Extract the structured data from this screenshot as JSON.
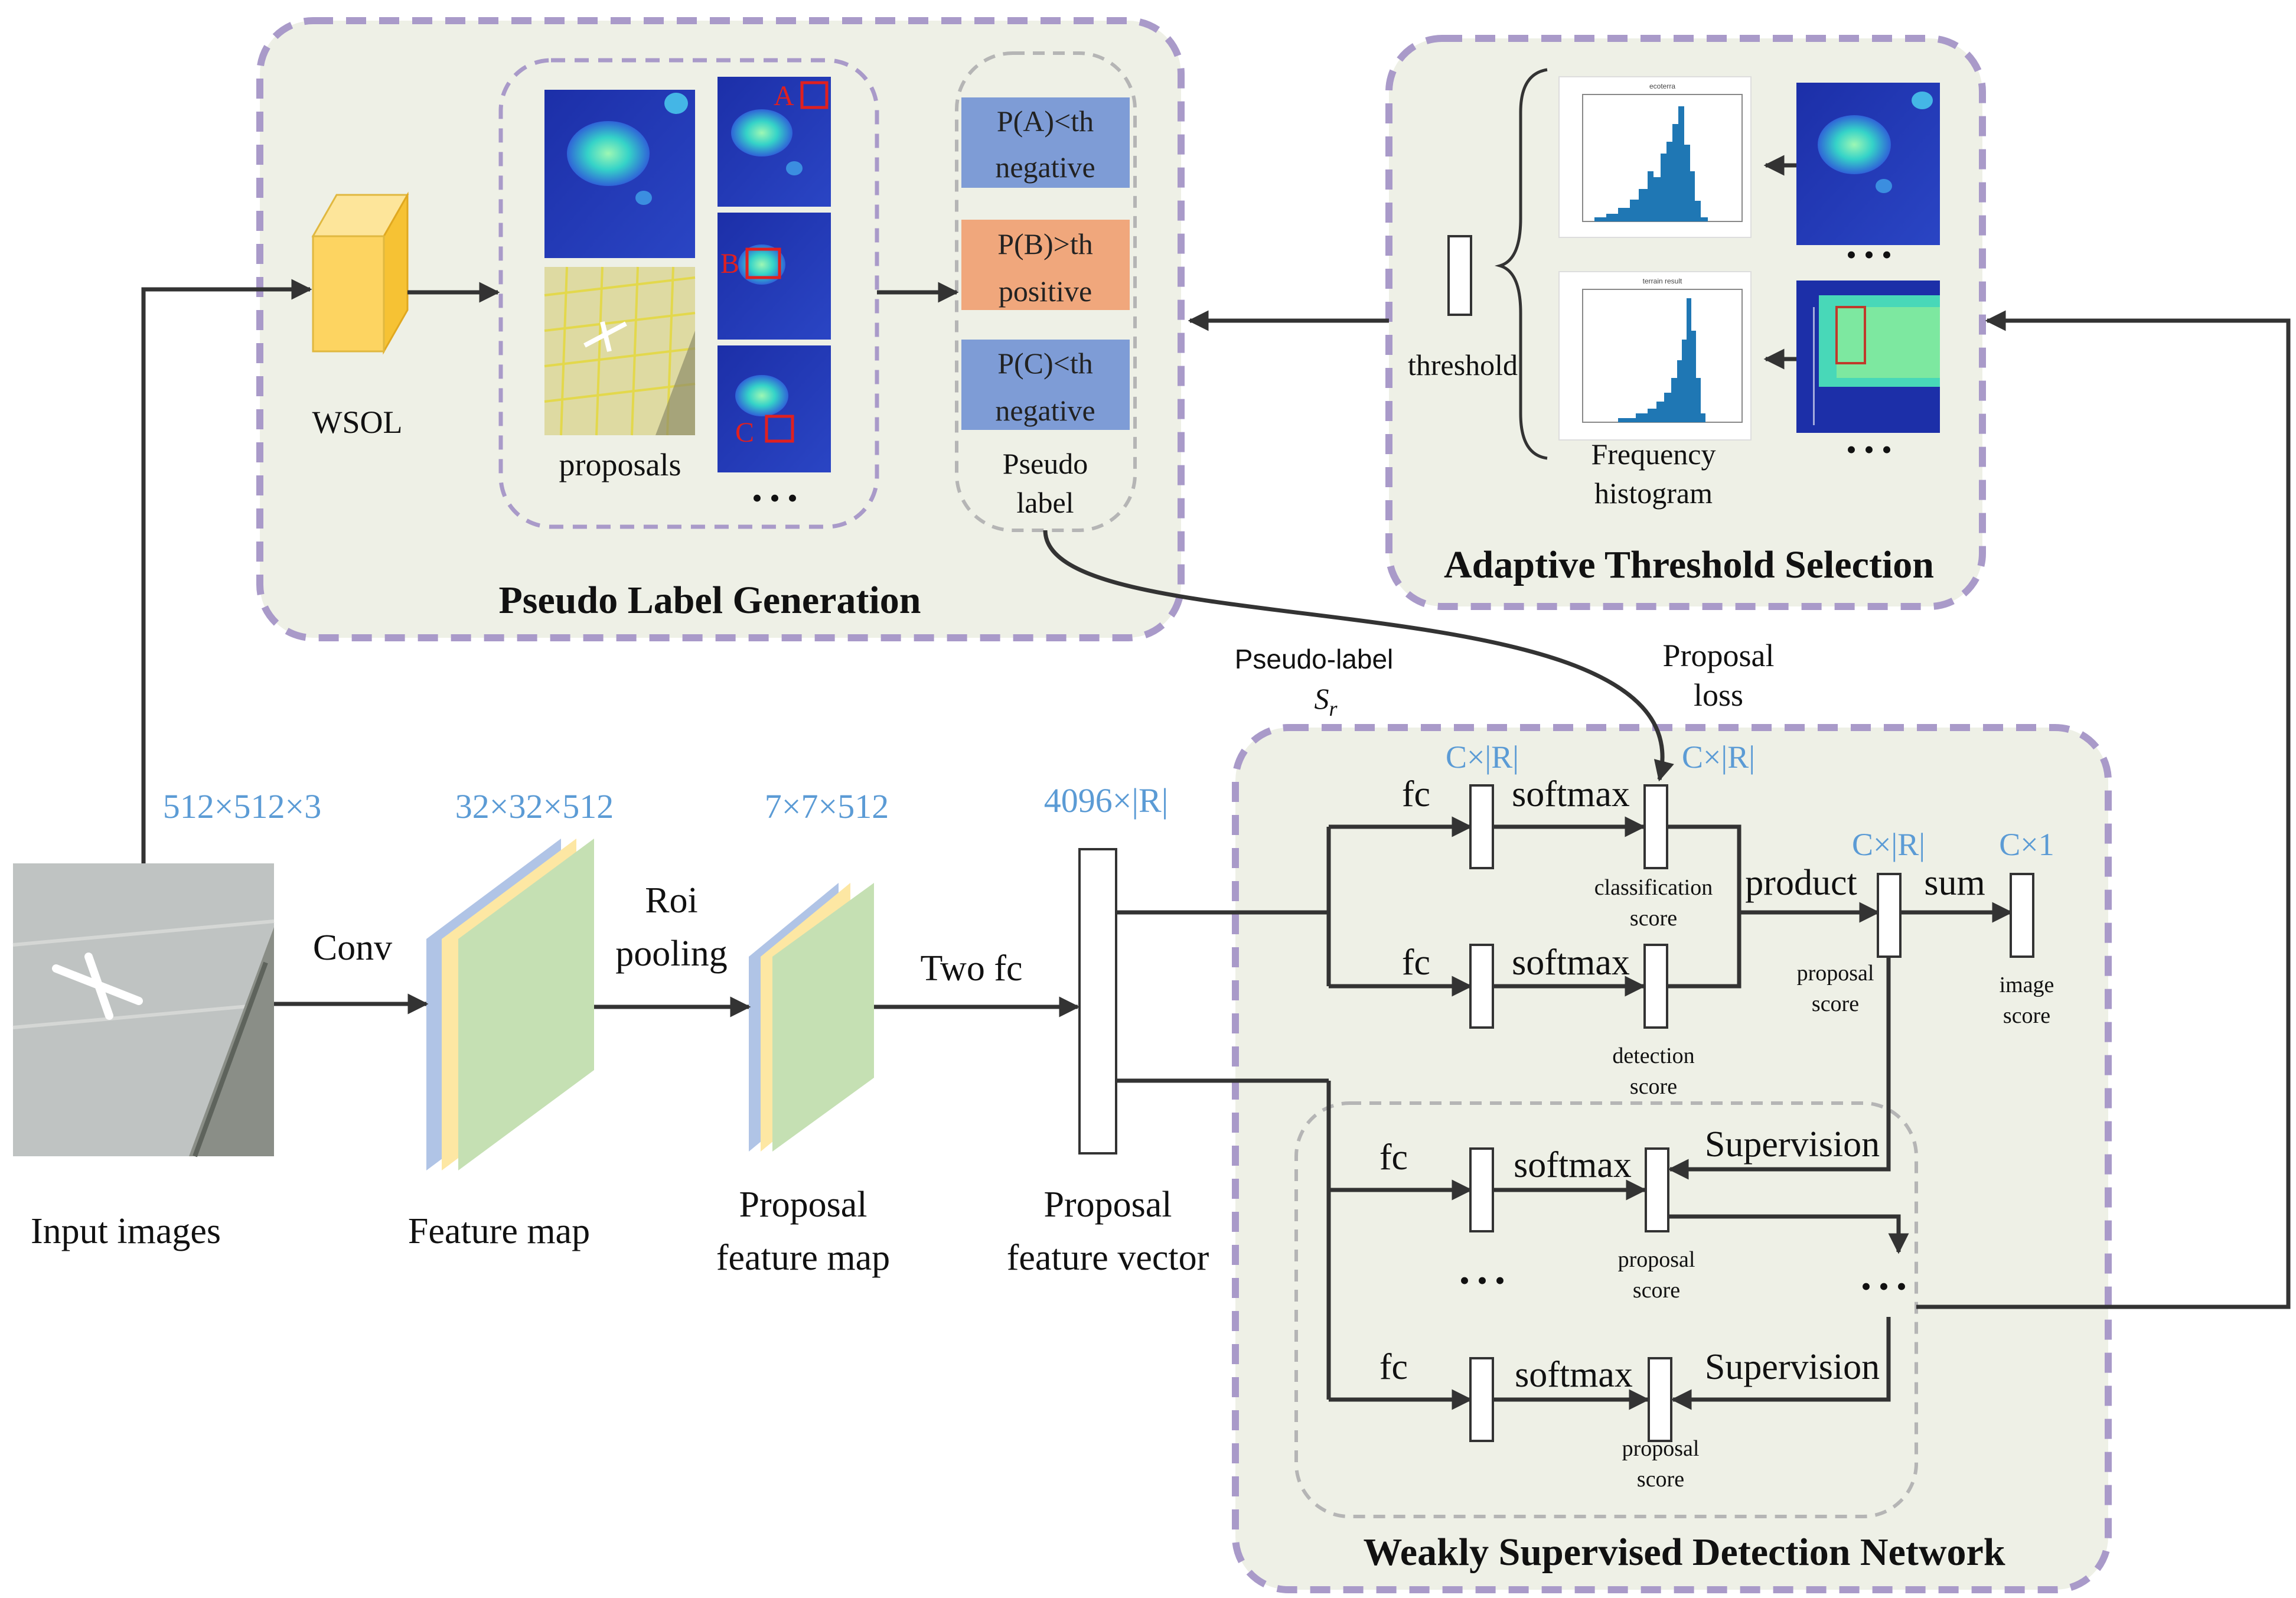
{
  "panels": {
    "pseudo_label_generation": "Pseudo Label Generation",
    "adaptive_threshold_selection": "Adaptive Threshold Selection",
    "weakly_supervised_detection_network": "Weakly Supervised Detection Network"
  },
  "pseudo": {
    "wsol": "WSOL",
    "proposals": "proposals",
    "ellipsis": "• • •",
    "box_a": "A",
    "box_b": "B",
    "box_c": "C",
    "label_a_line1": "P(A)<th",
    "label_a_line2": "negative",
    "label_b_line1": "P(B)>th",
    "label_b_line2": "positive",
    "label_c_line1": "P(C)<th",
    "label_c_line2": "negative",
    "pseudo_label_line1": "Pseudo",
    "pseudo_label_line2": "label",
    "colors": {
      "negative": "#7e9cd6",
      "positive": "#f0a77c"
    }
  },
  "adaptive": {
    "threshold": "threshold",
    "freq_line1": "Frequency",
    "freq_line2": "histogram",
    "ellipsis": "• • •",
    "hist_title_1": "ecoterra",
    "hist_title_2": "terrain result"
  },
  "dims": {
    "input": "512×512×3",
    "feature": "32×32×512",
    "proposal_map": "7×7×512",
    "vector": "4096×|R|",
    "cr1": "C×|R|",
    "cr2": "C×|R|",
    "cr3": "C×|R|",
    "c1": "C×1"
  },
  "pipeline": {
    "input_images": "Input images",
    "conv": "Conv",
    "feature_map": "Feature map",
    "roi_line1": "Roi",
    "roi_line2": "pooling",
    "proposal_fm_line1": "Proposal",
    "proposal_fm_line2": "feature map",
    "two_fc": "Two fc",
    "proposal_fv_line1": "Proposal",
    "proposal_fv_line2": "feature vector"
  },
  "wsdn": {
    "fc": "fc",
    "softmax": "softmax",
    "classification_score_line1": "classification",
    "classification_score_line2": "score",
    "detection_score_line1": "detection",
    "detection_score_line2": "score",
    "product": "product",
    "sum": "sum",
    "proposal_score_line1": "proposal",
    "proposal_score_line2": "score",
    "image_score_line1": "image",
    "image_score_line2": "score",
    "supervision": "Supervision",
    "ellipsis": "• • •",
    "pseudo_label_sr_line1": "Pseudo-label",
    "pseudo_label_sr_line2": "S",
    "pseudo_label_sr_sub": "r",
    "proposal_loss_line1": "Proposal",
    "proposal_loss_line2": "loss"
  }
}
